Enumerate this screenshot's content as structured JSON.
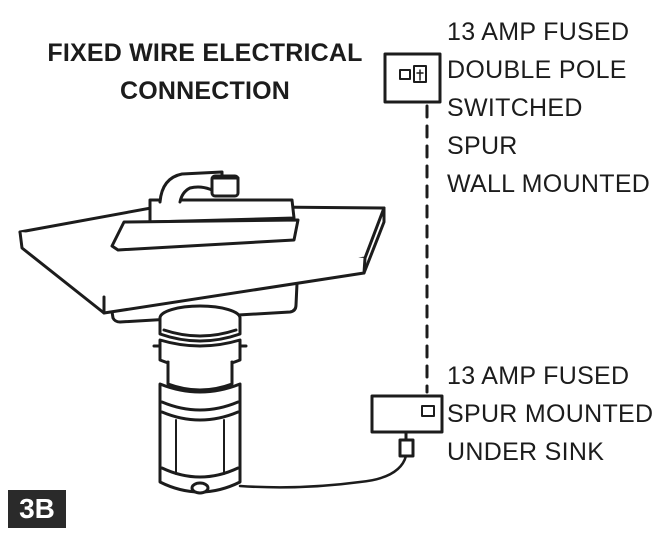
{
  "diagram": {
    "title_lines": [
      "FIXED WIRE ELECTRICAL",
      "CONNECTION"
    ],
    "wall_spur_label_lines": [
      "13 AMP FUSED",
      "DOUBLE POLE",
      "SWITCHED SPUR",
      "WALL MOUNTED"
    ],
    "under_sink_spur_label_lines": [
      "13 AMP FUSED",
      "SPUR MOUNTED",
      "UNDER SINK"
    ],
    "figure_badge": "3B"
  }
}
